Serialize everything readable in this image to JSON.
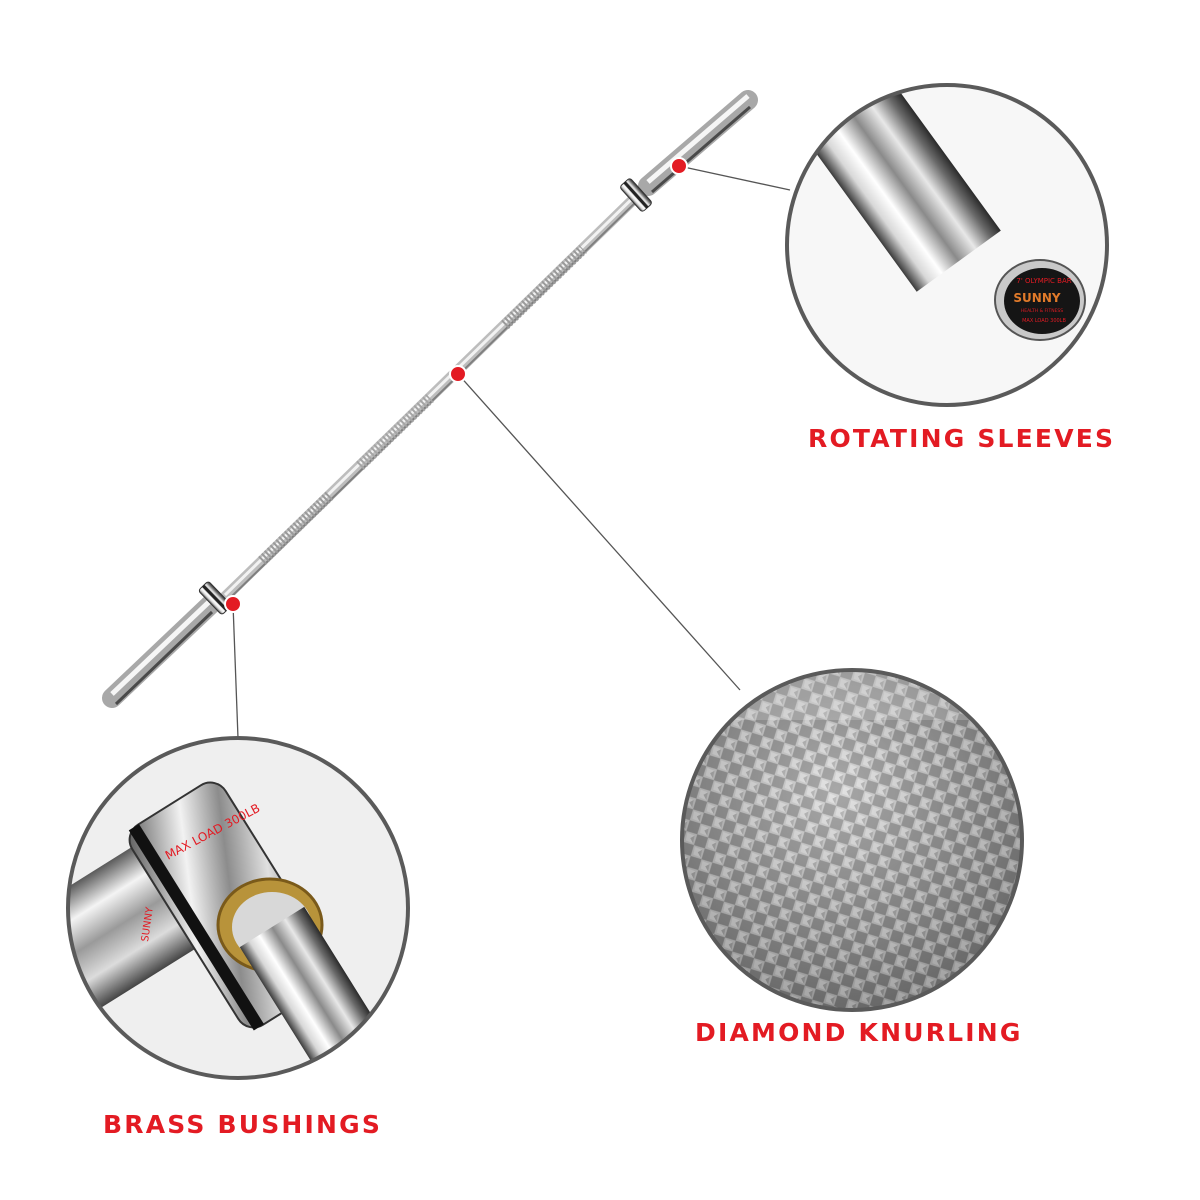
{
  "accent_color": "#e31b23",
  "callouts": {
    "rotating_sleeves": "ROTATING SLEEVES",
    "diamond_knurling": "DIAMOND KNURLING",
    "brass_bushings": "BRASS BUSHINGS"
  },
  "sleeve_end_cap": {
    "model_text": "7' OLYMPIC BAR",
    "brand": "SUNNY",
    "brand_sub": "HEALTH & FITNESS",
    "load_text": "MAX LOAD 300LB"
  },
  "collar_text": {
    "load_text": "MAX LOAD 300LB",
    "brand": "SUNNY"
  }
}
